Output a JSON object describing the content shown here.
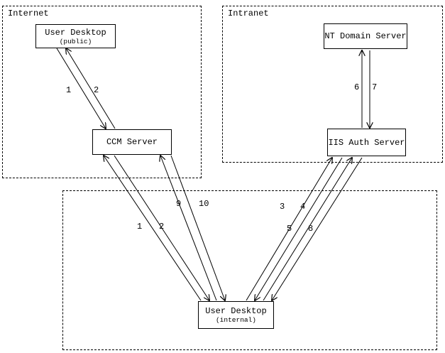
{
  "zones": {
    "internet": "Internet",
    "intranet": "Intranet"
  },
  "nodes": {
    "user_desktop_public": {
      "title": "User Desktop",
      "subtitle": "(public)"
    },
    "ccm_server": {
      "title": "CCM Server"
    },
    "nt_domain_server": {
      "title": "NT Domain Server"
    },
    "iis_auth_server": {
      "title": "IIS Auth Server"
    },
    "user_desktop_internal": {
      "title": "User Desktop",
      "subtitle": "(internal)"
    }
  },
  "edge_labels": {
    "public_ccm_1": "1",
    "public_ccm_2": "2",
    "nt_iis_6": "6",
    "nt_iis_7": "7",
    "ccm_internal_9": "9",
    "ccm_internal_10": "10",
    "ccm_internal_1": "1",
    "ccm_internal_2": "2",
    "iis_internal_3": "3",
    "iis_internal_4": "4",
    "iis_internal_5": "5",
    "iis_internal_8": "8"
  }
}
